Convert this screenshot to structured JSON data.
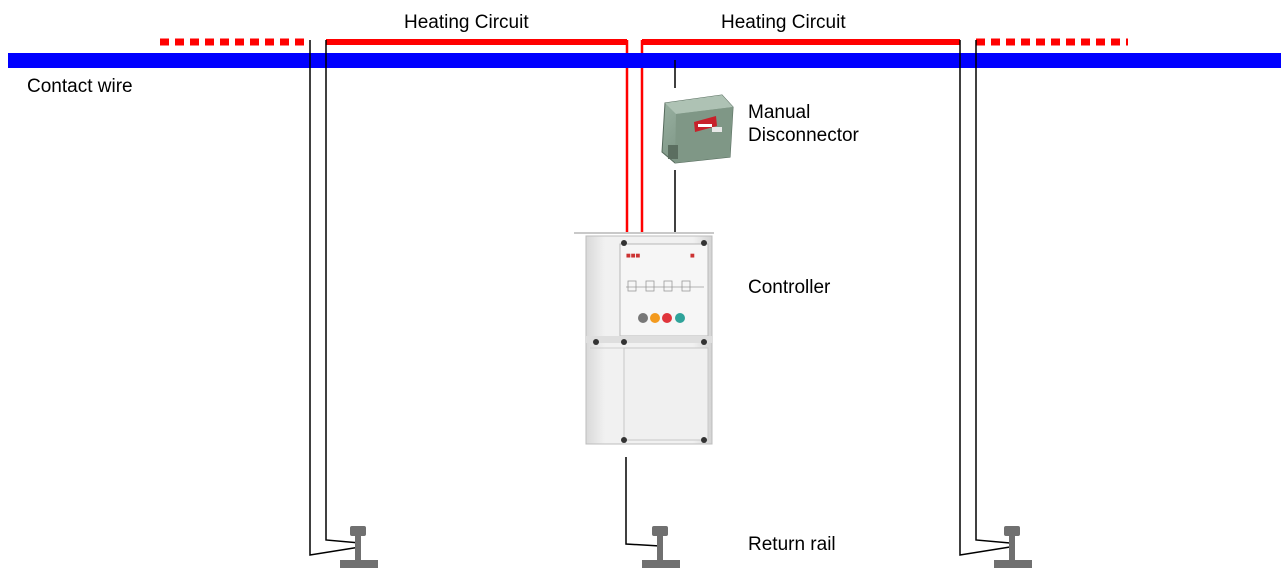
{
  "labels": {
    "heating_circuit_left": "Heating Circuit",
    "heating_circuit_right": "Heating Circuit",
    "contact_wire": "Contact wire",
    "manual_disconnector_line1": "Manual",
    "manual_disconnector_line2": "Disconnector",
    "controller": "Controller",
    "return_rail": "Return rail"
  },
  "colors": {
    "contact_wire": "#0000ff",
    "heating_circuit": "#ff0000",
    "wires": "#000000",
    "rail": "#707070",
    "disconnector_body": "#7d9585",
    "disconnector_warning_label": "#c8202a",
    "controller_body": "#eeeeee",
    "controller_lamps": [
      "#777777",
      "#f39a1e",
      "#e0343b",
      "#2fa39a"
    ]
  }
}
